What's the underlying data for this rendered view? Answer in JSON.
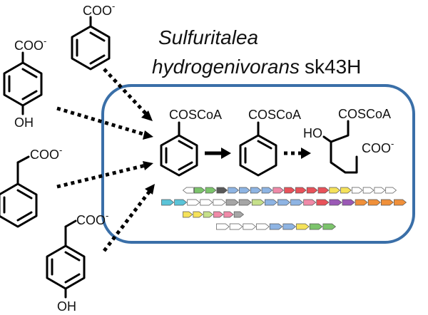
{
  "organism": {
    "genus": "Sulfuritalea",
    "species": "hydrogenivorans",
    "strain": "sk43H"
  },
  "substrates": {
    "benzoate": {
      "group": "COO",
      "charge": "-"
    },
    "hydroxybenzoate": {
      "group": "COO",
      "charge": "-",
      "substituent": "OH"
    },
    "phenylacetate": {
      "group": "COO",
      "charge": "-"
    },
    "hydroxyphenylacetate": {
      "group": "COO",
      "charge": "-",
      "substituent": "OH"
    }
  },
  "pathway": {
    "intermediate_1": "COSCoA",
    "intermediate_2": "COSCoA",
    "product": {
      "group": "COSCoA",
      "hydroxyl": "HO",
      "carboxyl": "COO",
      "charge": "-"
    }
  },
  "colors": {
    "cell_border": "#3a6fa8",
    "genes": {
      "green": "#7cc46c",
      "blue": "#8eb4e3",
      "gray": "#a6a6a6",
      "darkgray": "#595959",
      "white": "#ffffff",
      "red": "#e8525a",
      "pink": "#f08aa8",
      "yellow": "#f5e25a",
      "orange": "#f0903a",
      "cyan": "#5bc4d8",
      "purple": "#9b59b6",
      "lightgreen": "#c6e08a",
      "tan": "#f4c28a"
    }
  },
  "gene_clusters": [
    [
      "white",
      "green",
      "green",
      "darkgray",
      "blue",
      "blue",
      "blue",
      "blue",
      "pink",
      "red",
      "red",
      "red",
      "red",
      "yellow",
      "yellow",
      "white",
      "white",
      "white",
      "white"
    ],
    [
      "cyan",
      "cyan",
      "white",
      "white",
      "white",
      "gray",
      "gray",
      "lightgreen",
      "blue",
      "blue",
      "blue",
      "pink",
      "red",
      "purple",
      "purple",
      "orange",
      "orange",
      "orange",
      "orange"
    ],
    [
      "yellow",
      "yellow",
      "lightgreen",
      "pink",
      "pink",
      "gray"
    ],
    [
      "white",
      "white",
      "white",
      "white",
      "blue",
      "blue",
      "yellow",
      "green",
      "green"
    ]
  ]
}
